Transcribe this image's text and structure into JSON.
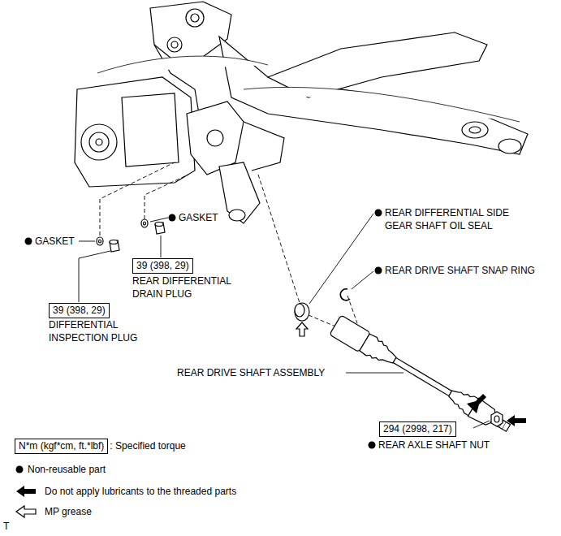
{
  "diagram": {
    "nodes": [
      {
        "text": [
          "39 (398, 29)"
        ]
      },
      {
        "text": [
          "39 (398, 29)"
        ]
      },
      {
        "text": [
          "294 (2998, 217)"
        ]
      },
      {
        "text": [
          "N*m (kgf*cm, ft.*lbf)"
        ]
      }
    ],
    "labels": [
      "GASKET",
      "GASKET",
      "REAR DIFFERENTIAL DRAIN PLUG",
      "DIFFERENTIAL INSPECTION PLUG",
      "REAR DIFFERENTIAL SIDE GEAR SHAFT OIL SEAL",
      "REAR DRIVE SHAFT SNAP RING",
      "REAR DRIVE SHAFT ASSEMBLY",
      "REAR AXLE SHAFT NUT",
      "T"
    ],
    "legend": [
      {
        "text": ": Specified torque"
      },
      {
        "text": "Non-reusable part"
      },
      {
        "text": "Do not apply lubricants to the threaded parts"
      },
      {
        "text": "MP grease"
      }
    ]
  }
}
